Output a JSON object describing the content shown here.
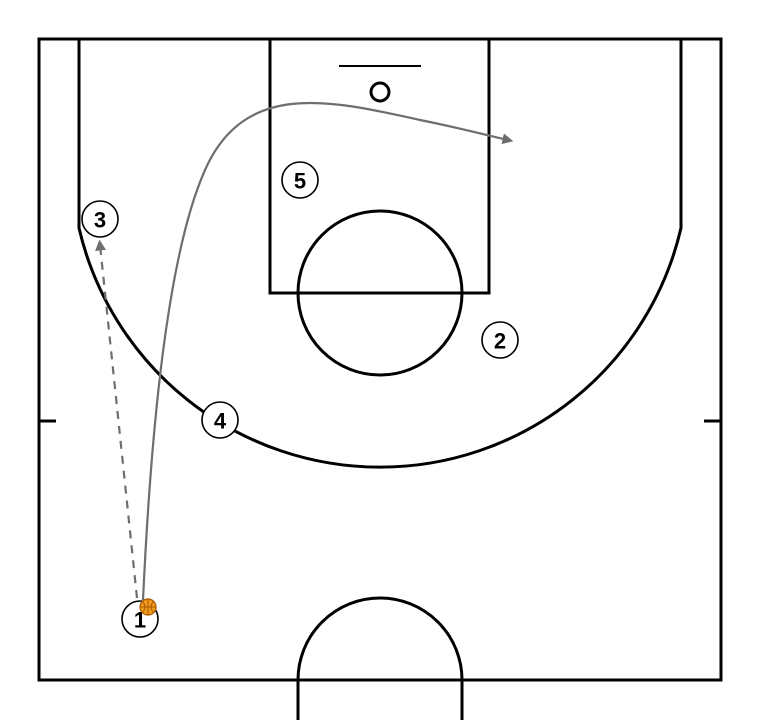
{
  "colors": {
    "court_lines": "#000000",
    "movement_path": "#6e6e6e",
    "pass_path": "#6e6e6e",
    "ball_fill": "#f29a1e",
    "ball_seam": "#a85a00",
    "player_fill": "#ffffff"
  },
  "players": [
    {
      "id": "p1",
      "label": "1"
    },
    {
      "id": "p2",
      "label": "2"
    },
    {
      "id": "p3",
      "label": "3"
    },
    {
      "id": "p4",
      "label": "4"
    },
    {
      "id": "p5",
      "label": "5"
    }
  ],
  "actions": [
    {
      "type": "pass",
      "from": "1",
      "to": "3",
      "style": "dashed-arrow"
    },
    {
      "type": "cut",
      "player": "1",
      "style": "solid-arrow",
      "destination": "right block"
    }
  ],
  "ball": {
    "holder": "1",
    "icon": "basketball-icon"
  }
}
